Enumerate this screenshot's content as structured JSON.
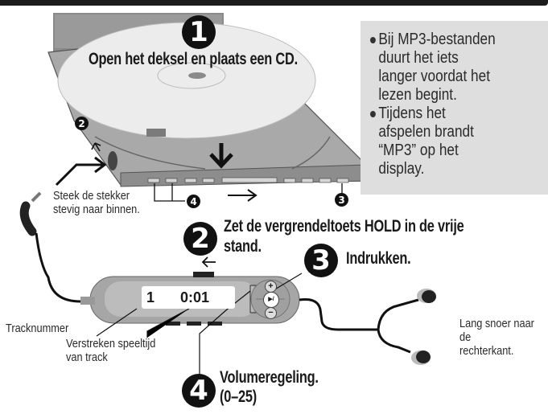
{
  "header": {
    "bar_color": "#1c1c1c"
  },
  "steps": [
    {
      "number": "1",
      "text": "Open het deksel en plaats een CD."
    },
    {
      "number": "2",
      "text_line1": "Zet de vergrendeltoets HOLD in de vrije",
      "text_line2": "stand."
    },
    {
      "number": "3",
      "text": "Indrukken."
    },
    {
      "number": "4",
      "text_line1": "Volumeregeling.",
      "text_line2": "(0–25)"
    }
  ],
  "small_markers": {
    "marker_2": "2",
    "marker_4": "4",
    "marker_3": "3"
  },
  "info_box": {
    "bullets": [
      [
        "Bij MP3-bestanden",
        "duurt het iets",
        "langer voordat het",
        "lezen begint."
      ],
      [
        "Tijdens het",
        "afspelen brandt",
        "“MP3” op het",
        "display."
      ]
    ],
    "background": "#dedede"
  },
  "labels": {
    "plug": [
      "Steek de stekker",
      "stevig naar binnen."
    ],
    "track_number": "Tracknummer",
    "elapsed": [
      "Verstreken speeltijd",
      "van track"
    ],
    "cord": [
      "Lang snoer naar de",
      "rechterkant."
    ]
  },
  "remote_display": {
    "track": "1",
    "time": "0:01"
  },
  "remote_buttons": {
    "volume_up": "+",
    "play_pause": "▶/❙❙",
    "volume_down": "−"
  }
}
